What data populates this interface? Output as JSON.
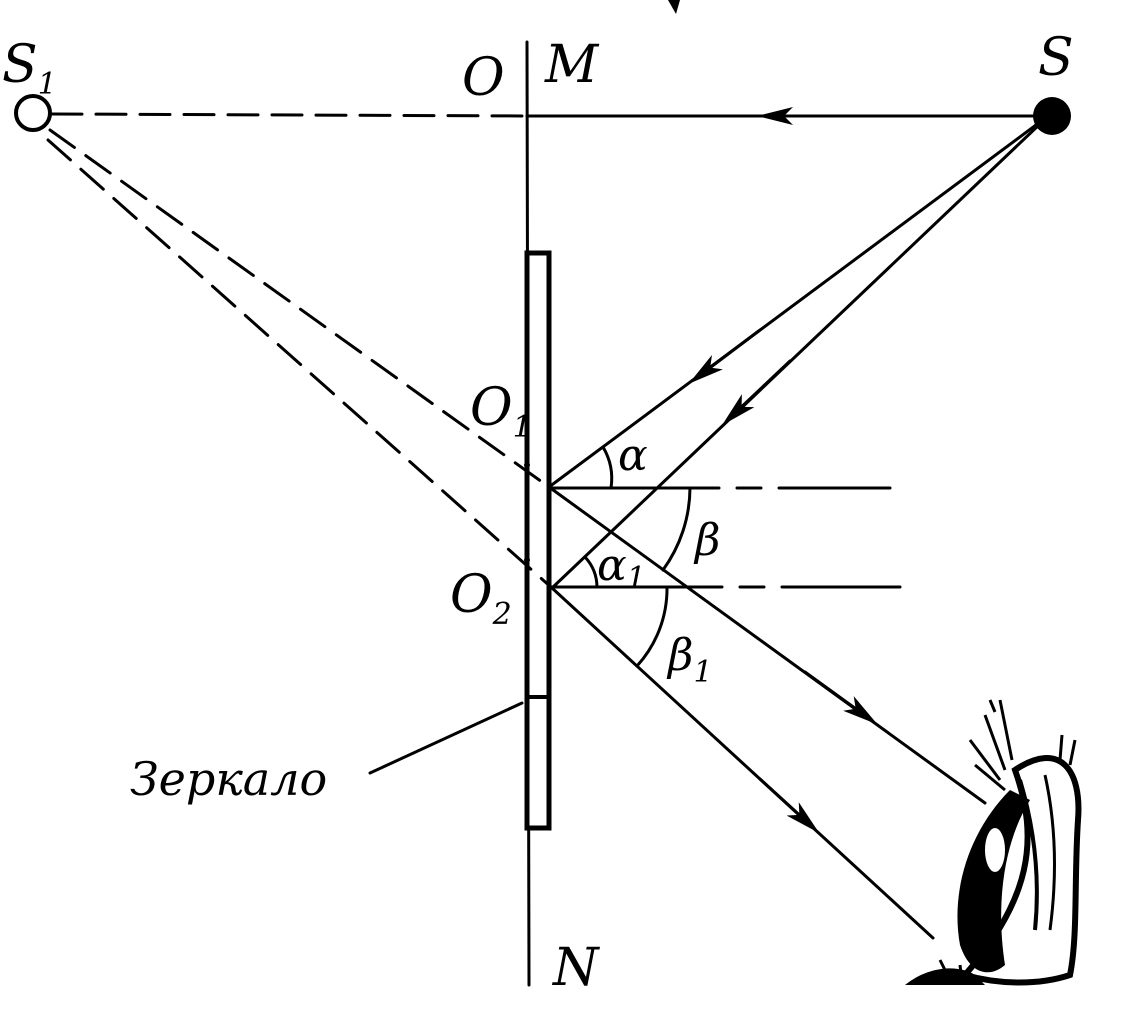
{
  "labels": {
    "source": "S",
    "image": "S",
    "image_sub": "1",
    "point_o": "O",
    "point_m": "M",
    "point_n": "N",
    "point_o1": "O",
    "point_o1_sub": "1",
    "point_o2": "O",
    "point_o2_sub": "2",
    "angle_alpha": "α",
    "angle_alpha1": "α",
    "angle_alpha1_sub": "1",
    "angle_beta": "β",
    "angle_beta1": "β",
    "angle_beta1_sub": "1",
    "mirror": "Зеркало"
  },
  "colors": {
    "ink": "#000000",
    "paper": "#ffffff"
  }
}
